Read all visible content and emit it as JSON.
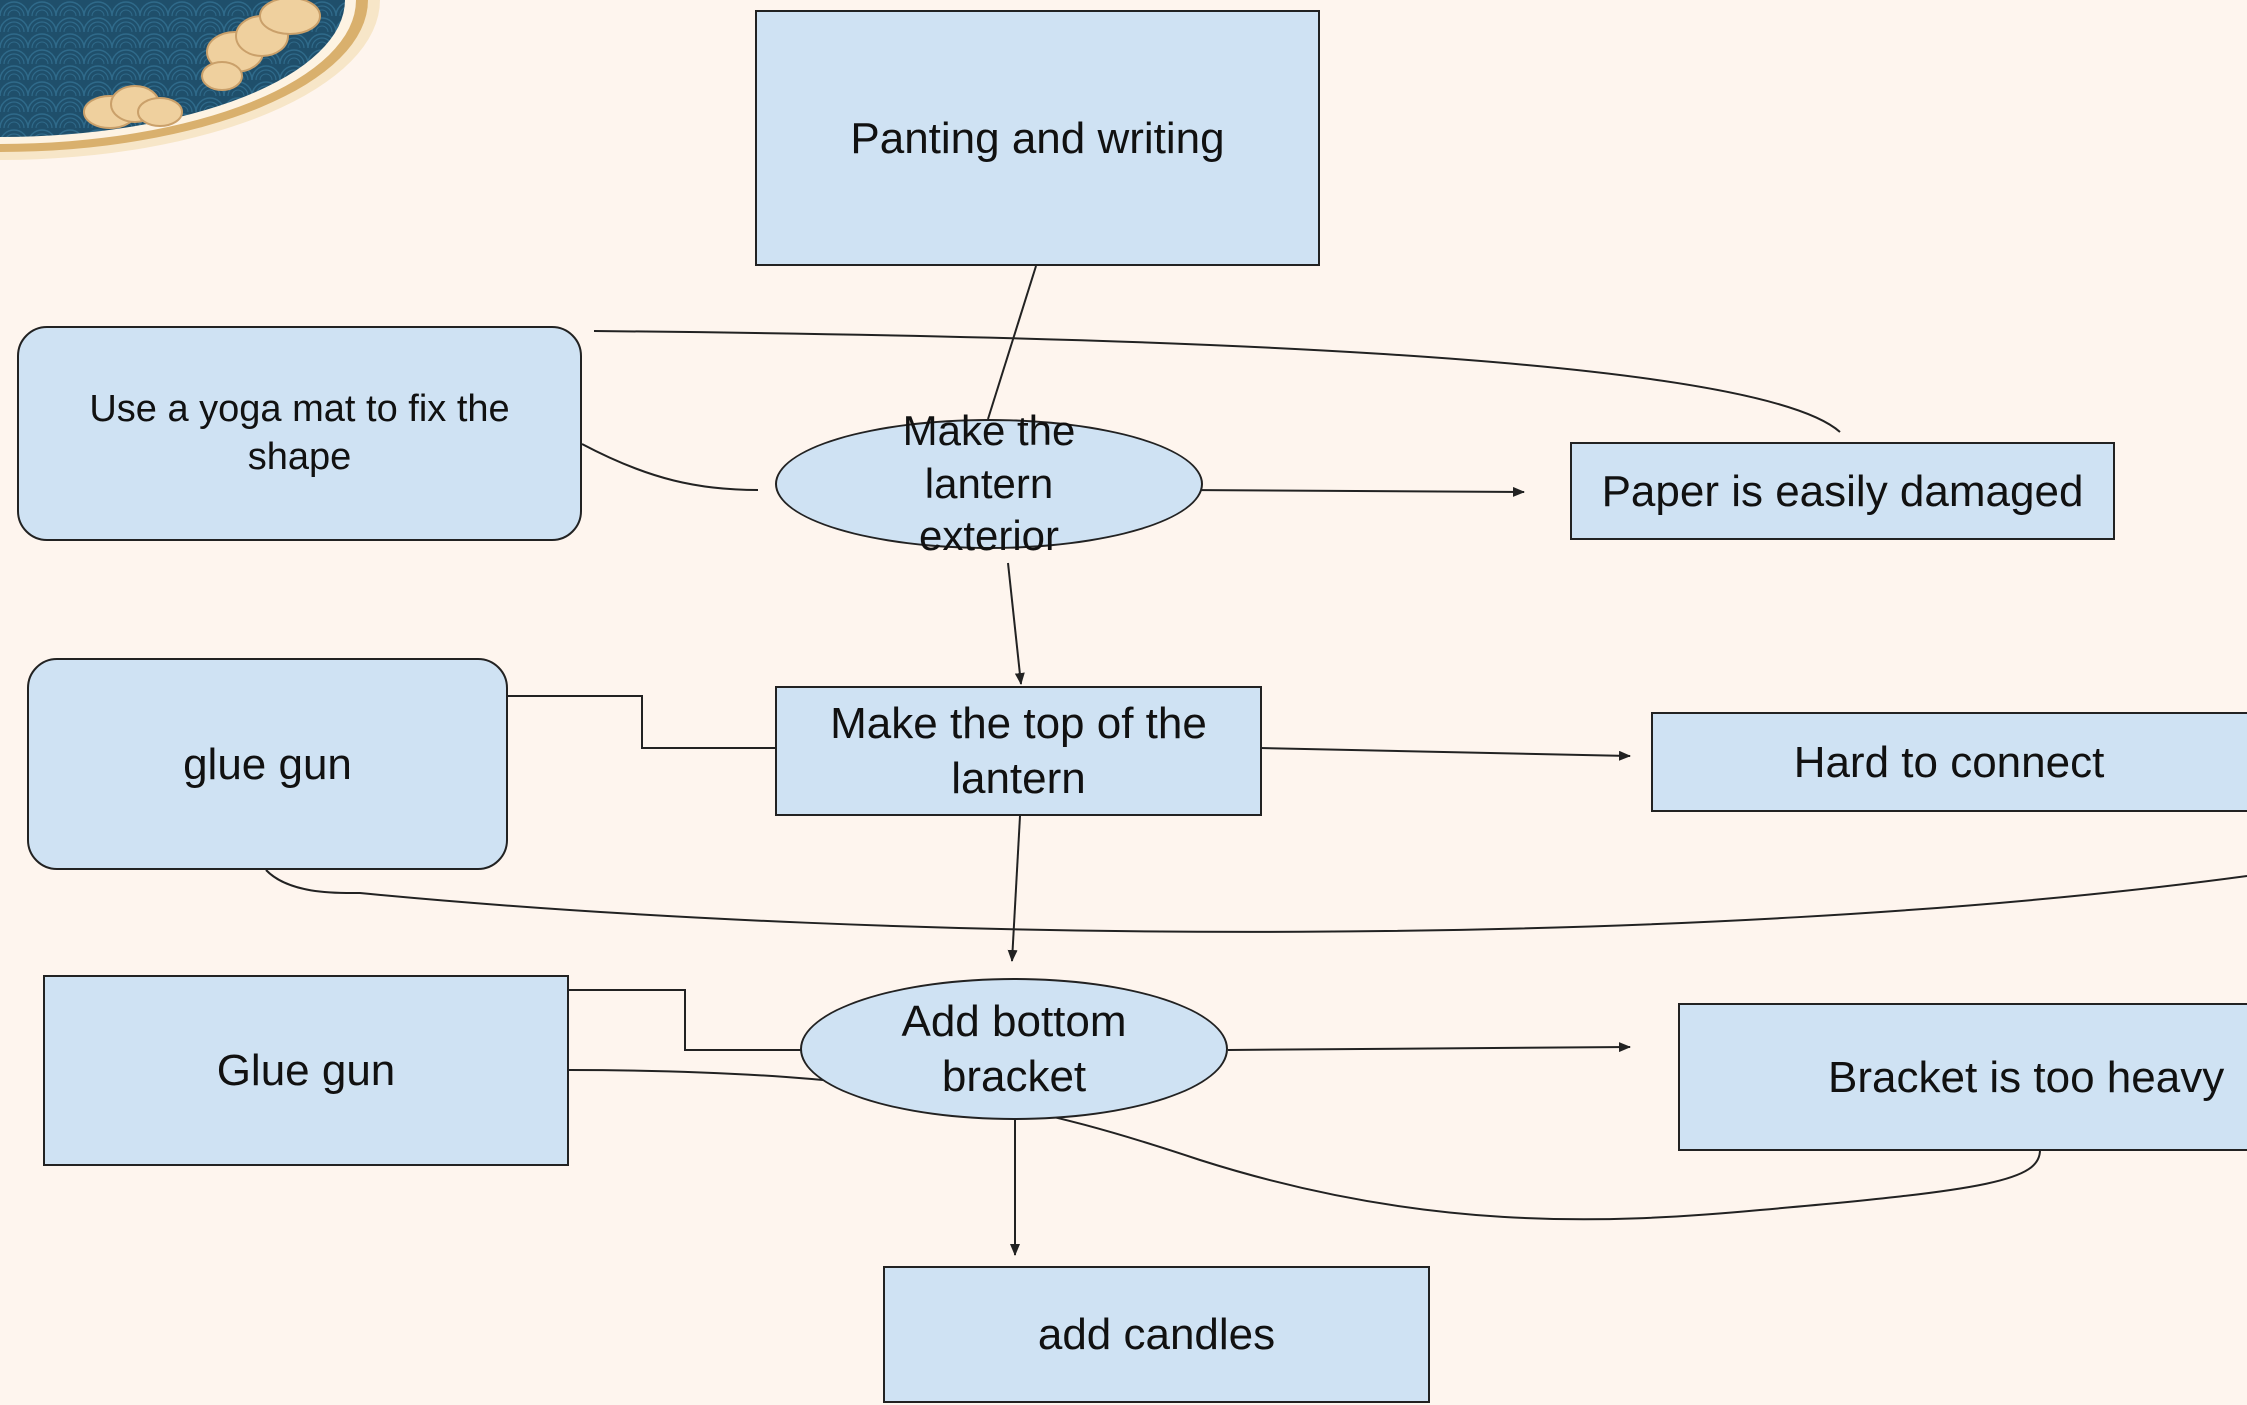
{
  "nodes": {
    "painting": "Panting and writing",
    "yoga": "Use a yoga mat to fix the shape",
    "exterior": "Make the lantern exterior",
    "paper": "Paper is easily damaged",
    "glue1": "glue gun",
    "top": "Make the top of the lantern",
    "hard": "Hard to connect",
    "glue2": "Glue gun",
    "bracket": "Add bottom bracket",
    "heavy": "Bracket is too heavy",
    "candles": "add candles"
  },
  "colors": {
    "background": "#fef5ee",
    "node_fill": "#cfe2f3",
    "stroke": "#222222",
    "decoration_dark": "#1f4f6b",
    "decoration_gold": "#e8c48c"
  },
  "icons": {
    "corner": "chinese-wave-medallion-icon"
  }
}
